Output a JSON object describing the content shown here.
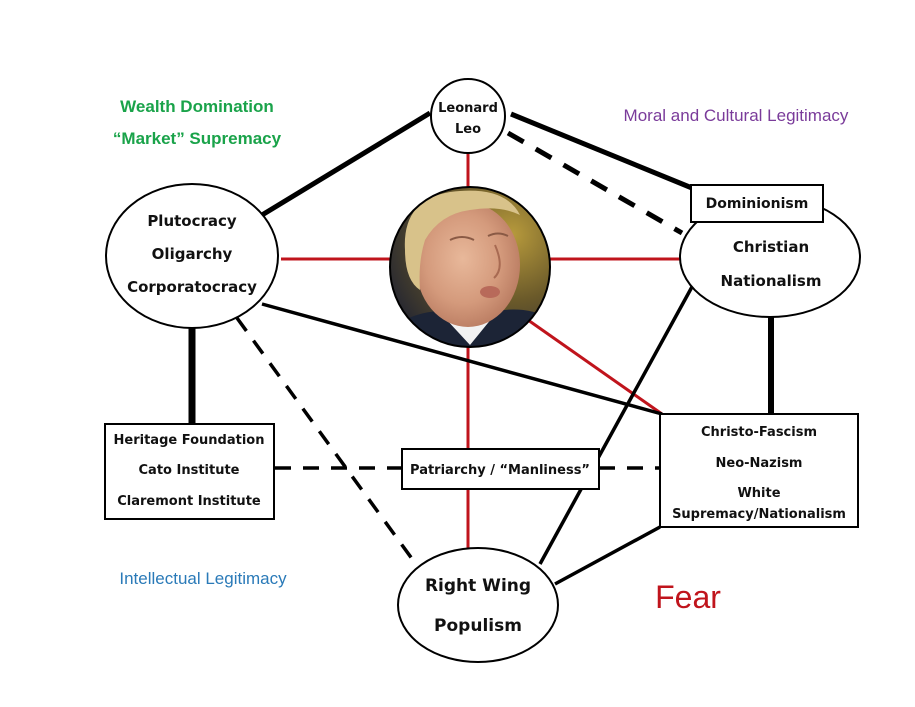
{
  "title": "Power network diagram centered on Donald Trump",
  "colors": {
    "wealth": "#1aa34a",
    "moral": "#7a3b9a",
    "intellectual": "#2a7ab8",
    "fear": "#c0141c",
    "red_link": "#c0141c",
    "black_link": "#000000"
  },
  "headings": {
    "wealth_line1": "Wealth Domination",
    "wealth_line2": "“Market” Supremacy",
    "moral": "Moral and Cultural Legitimacy",
    "intellectual": "Intellectual Legitimacy",
    "fear": "Fear"
  },
  "nodes": {
    "center": {
      "label": "Donald Trump (photo)"
    },
    "leonard_leo": {
      "line1": "Leonard",
      "line2": "Leo"
    },
    "plutocracy": {
      "line1": "Plutocracy",
      "line2": "Oligarchy",
      "line3": "Corporatocracy"
    },
    "dominionism": {
      "label": "Dominionism"
    },
    "christian_nationalism": {
      "line1": "Christian",
      "line2": "Nationalism"
    },
    "think_tanks": {
      "line1": "Heritage Foundation",
      "line2": "Cato Institute",
      "line3": "Claremont Institute"
    },
    "patriarchy": {
      "label": "Patriarchy / “Manliness”"
    },
    "fascism": {
      "line1": "Christo-Fascism",
      "line2": "Neo-Nazism",
      "line3": "White",
      "line4": "Supremacy/Nationalism"
    },
    "populism": {
      "line1": "Right Wing",
      "line2": "Populism"
    }
  },
  "connections": [
    {
      "from": "center",
      "to": "leonard_leo",
      "style": "red"
    },
    {
      "from": "center",
      "to": "plutocracy",
      "style": "red"
    },
    {
      "from": "center",
      "to": "christian_nationalism",
      "style": "red"
    },
    {
      "from": "center",
      "to": "patriarchy",
      "style": "red"
    },
    {
      "from": "center",
      "to": "fascism",
      "style": "red"
    },
    {
      "from": "patriarchy",
      "to": "populism",
      "style": "red"
    },
    {
      "from": "leonard_leo",
      "to": "plutocracy",
      "style": "solid"
    },
    {
      "from": "leonard_leo",
      "to": "dominionism",
      "style": "solid"
    },
    {
      "from": "leonard_leo",
      "to": "christian_nationalism",
      "style": "dashed"
    },
    {
      "from": "plutocracy",
      "to": "think_tanks",
      "style": "solid-thick"
    },
    {
      "from": "plutocracy",
      "to": "fascism",
      "style": "solid"
    },
    {
      "from": "plutocracy",
      "to": "populism",
      "style": "dashed"
    },
    {
      "from": "christian_nationalism",
      "to": "fascism",
      "style": "solid-thick"
    },
    {
      "from": "christian_nationalism",
      "to": "populism",
      "style": "solid"
    },
    {
      "from": "think_tanks",
      "to": "patriarchy",
      "style": "dashed"
    },
    {
      "from": "patriarchy",
      "to": "fascism",
      "style": "dashed"
    },
    {
      "from": "fascism",
      "to": "populism",
      "style": "solid"
    }
  ]
}
